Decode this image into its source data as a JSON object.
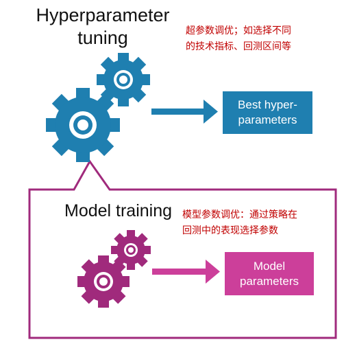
{
  "hyperparameter_section": {
    "title_line1": "Hyperparameter",
    "title_line2": "tuning",
    "annotation_line1": "超参数调优；如选择不同",
    "annotation_line2": "的技术指标、回测区间等",
    "output_line1": "Best hyper-",
    "output_line2": "parameters",
    "color": "#1f7fb0"
  },
  "model_section": {
    "title": "Model training",
    "annotation_line1": "模型参数调优：通过策略在",
    "annotation_line2": "回测中的表现选择参数",
    "output_line1": "Model",
    "output_line2": "parameters",
    "color": "#cc3f9a",
    "frame_color": "#a02a7c"
  },
  "icons": [
    "gear-icon",
    "arrow-right-icon"
  ]
}
